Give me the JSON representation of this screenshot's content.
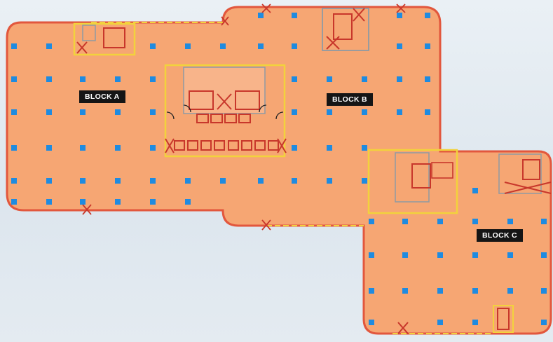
{
  "labels": {
    "block_a": "BLOCK A",
    "block_b": "BLOCK B",
    "block_c": "BLOCK C"
  },
  "colors": {
    "floor_fill": "#f6a673",
    "outline": "#e2573d",
    "column": "#1f8be0",
    "core_outline": "#f2d23c",
    "core_detail": "#c8372b",
    "wall_grey": "#8f9aa3",
    "door": "#222222",
    "label_bg": "#151515",
    "label_text": "#ffffff",
    "background": "#e6edf3"
  }
}
